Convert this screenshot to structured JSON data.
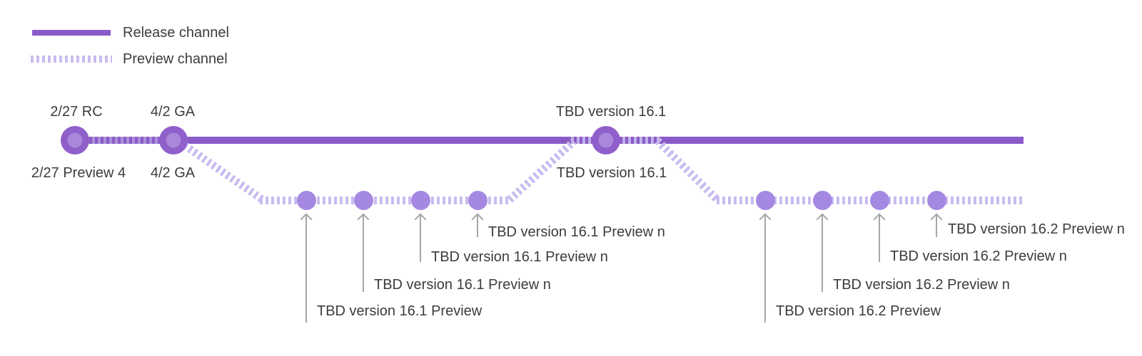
{
  "legend": {
    "items": [
      {
        "swatch": "solid-line-swatch",
        "label": "Release channel"
      },
      {
        "swatch": "dashed-line-swatch",
        "label": "Preview channel"
      }
    ]
  },
  "colors": {
    "release_line": "#8a5bc8",
    "milestone_dot_outer": "#8f5fca",
    "milestone_dot_inner": "#aa87da",
    "preview_dash": "#c9bcef",
    "preview_dot": "#a588e1",
    "overlap_dash_left": "#ab90d9",
    "overlap_dash_center": "#c2b1ea",
    "arrow": "#a6a6a6",
    "text": "#3c3c3c"
  },
  "release_channel": {
    "milestones": [
      {
        "top_label": "2/27 RC",
        "bottom_label": "2/27 Preview 4"
      },
      {
        "top_label": "4/2 GA",
        "bottom_label": "4/2 GA"
      },
      {
        "top_label": "TBD version 16.1",
        "bottom_label": "TBD version 16.1"
      }
    ]
  },
  "preview_channel": {
    "milestones": [
      {
        "label": "TBD version 16.1 Preview"
      },
      {
        "label": "TBD version 16.1 Preview n"
      },
      {
        "label": "TBD version 16.1 Preview n"
      },
      {
        "label": "TBD version 16.1 Preview n"
      },
      {
        "label": "TBD version 16.2 Preview"
      },
      {
        "label": "TBD version 16.2 Preview n"
      },
      {
        "label": "TBD version 16.2 Preview n"
      },
      {
        "label": "TBD version 16.2 Preview n"
      }
    ]
  }
}
